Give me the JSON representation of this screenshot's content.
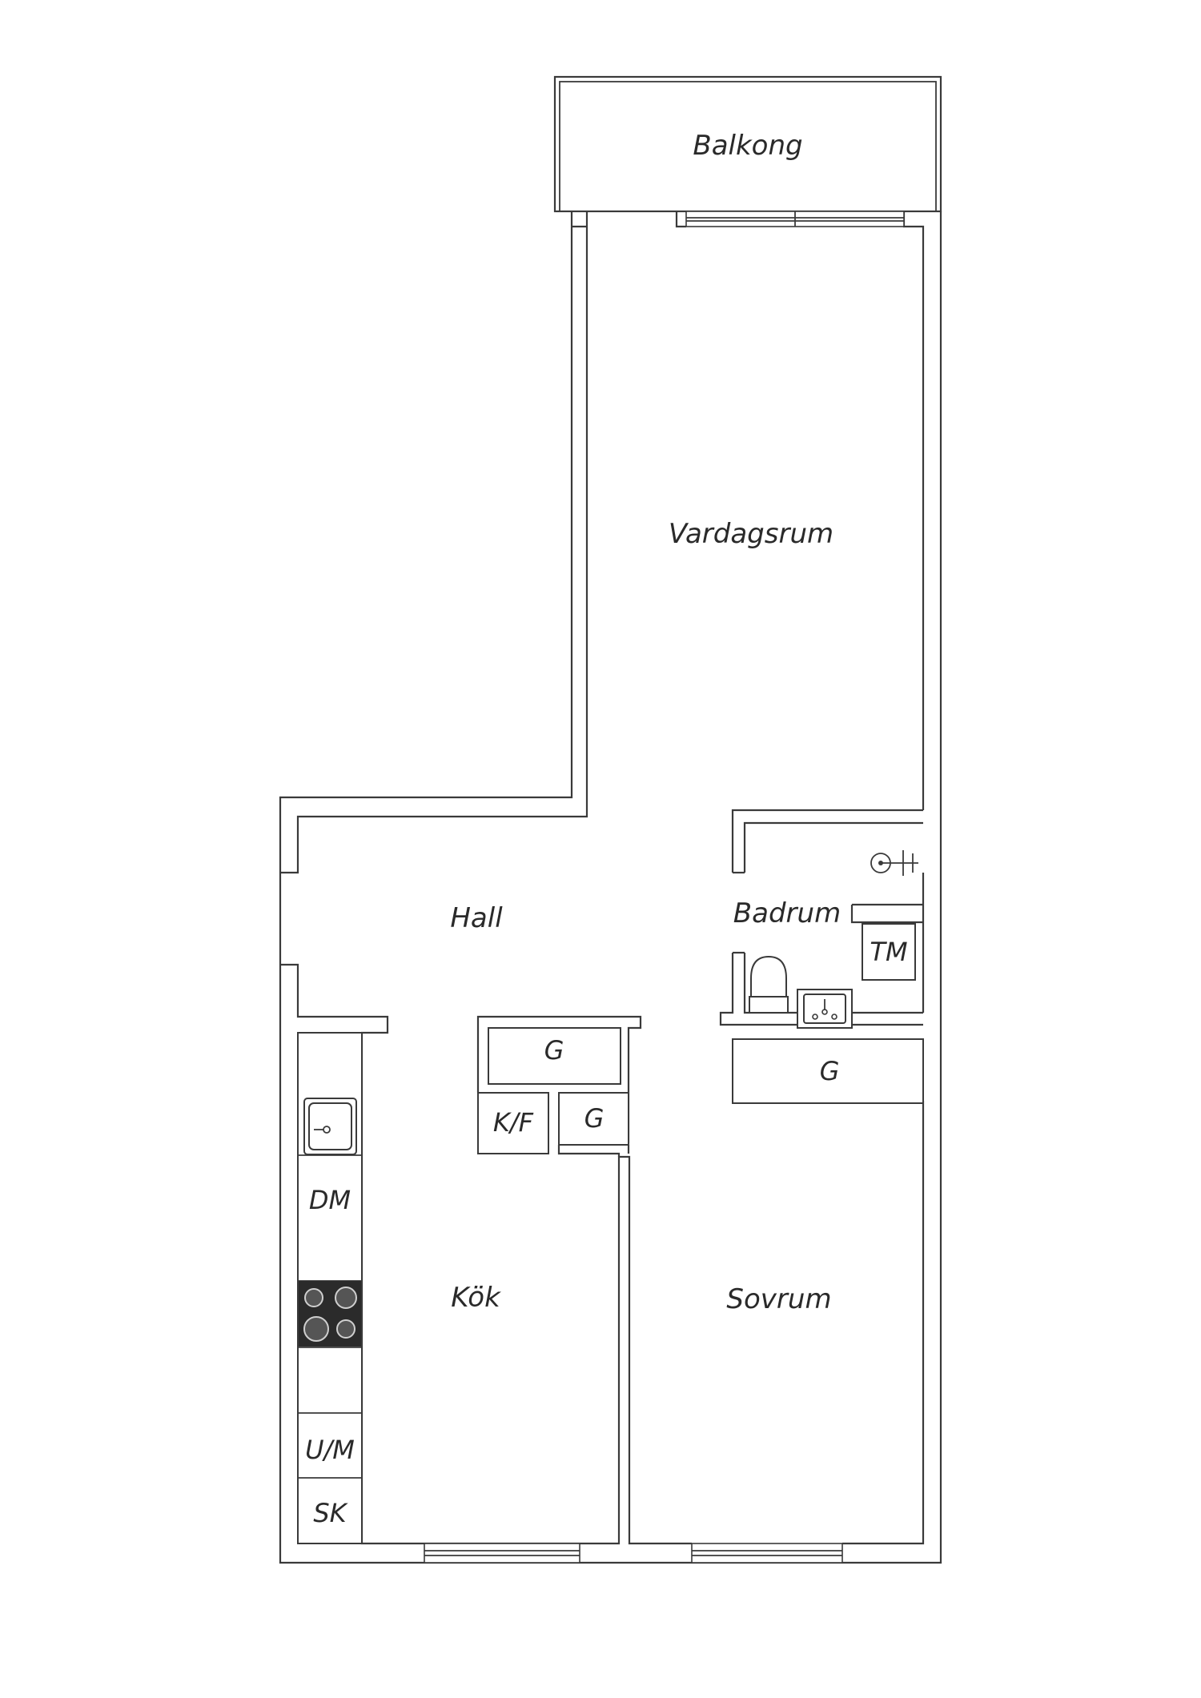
{
  "rooms": {
    "balkong": "Balkong",
    "vardagsrum": "Vardagsrum",
    "hall": "Hall",
    "badrum": "Badrum",
    "kok": "Kök",
    "sovrum": "Sovrum"
  },
  "fixtures": {
    "tm": "TM",
    "g_hall": "G",
    "g_kf": "G",
    "g_sovrum": "G",
    "kf": "K/F",
    "dm": "DM",
    "um": "U/M",
    "sk": "SK"
  },
  "icons": {
    "stove": "stove-icon",
    "kitchen_sink": "kitchen-sink-icon",
    "bath_sink": "bathroom-sink-icon",
    "toilet": "toilet-icon",
    "shower": "shower-icon"
  }
}
